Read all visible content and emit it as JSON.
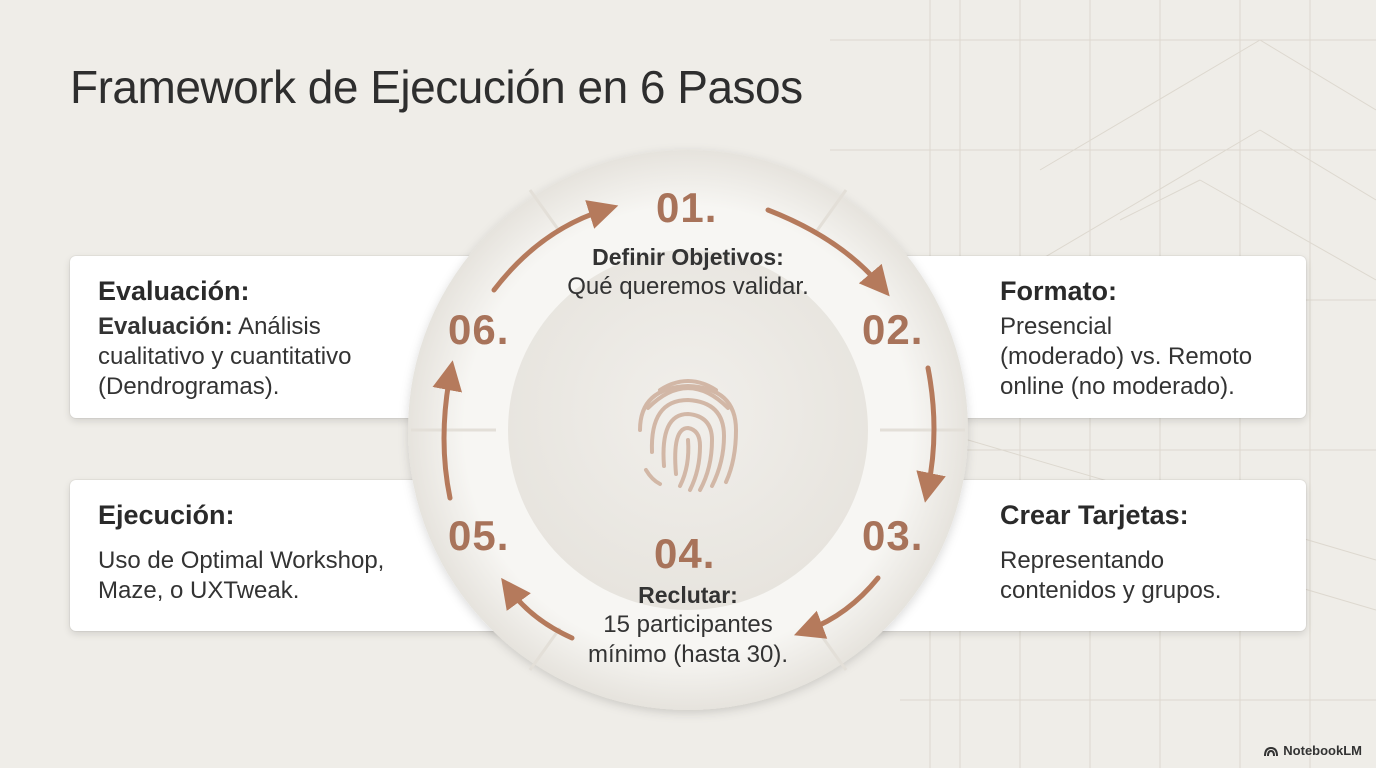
{
  "title": "Framework de Ejecución en 6 Pasos",
  "colors": {
    "accent": "#a8735a",
    "arrow": "#b57a5c",
    "background": "#efede8",
    "card": "#ffffff"
  },
  "center_icon": "fingerprint-icon",
  "steps": [
    {
      "number": "01.",
      "heading": "Definir Objetivos:",
      "text": "Qué queremos validar."
    },
    {
      "number": "02.",
      "heading": "Formato:",
      "text_lines": [
        "Presencial",
        "(moderado) vs. Remoto",
        "online (no moderado)."
      ]
    },
    {
      "number": "03.",
      "heading": "Crear Tarjetas:",
      "text_lines": [
        "Representando",
        "contenidos y grupos."
      ]
    },
    {
      "number": "04.",
      "heading": "Reclutar:",
      "text_lines": [
        "15 participantes",
        "mínimo (hasta 30)."
      ]
    },
    {
      "number": "05.",
      "heading": "Ejecución:",
      "text_lines": [
        "Uso de Optimal Workshop,",
        "Maze, o UXTweak."
      ]
    },
    {
      "number": "06.",
      "heading": "Evaluación:",
      "inline_bold": "Evaluación:",
      "text_lines": [
        " Análisis",
        "cualitativo y cuantitativo",
        "(Dendrogramas)."
      ]
    }
  ],
  "brand": "NotebookLM"
}
